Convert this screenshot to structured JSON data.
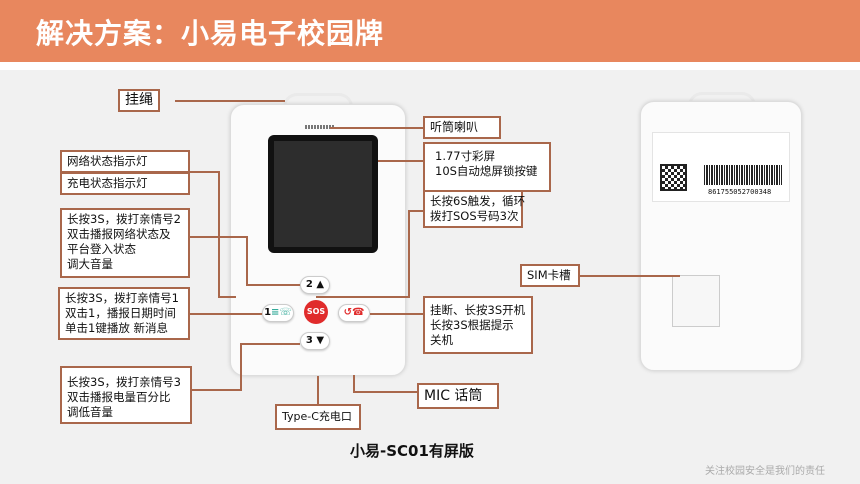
{
  "header": {
    "title": "解决方案：小易电子校园牌"
  },
  "labels": {
    "lanyard": "挂绳",
    "speaker": "听筒喇叭",
    "screen": [
      "1.77寸彩屏",
      "10S自动熄屏锁按键"
    ],
    "sos": [
      "长按6S触发，循环",
      "拨打SOS号码3次"
    ],
    "network_led": "网络状态指示灯",
    "charge_led": "充电状态指示灯",
    "key2": [
      "长按3S，拨打亲情号2",
      "双击播报网络状态及",
      "平台登入状态",
      "调大音量"
    ],
    "key1": [
      "长按3S，拨打亲情号1",
      "双击1，播报日期时间",
      "单击1键播放 新消息"
    ],
    "key3": [
      "长按3S，拨打亲情号3",
      "双击播报电量百分比",
      "调低音量"
    ],
    "hangup": [
      "挂断、长按3S开机",
      "长按3S根据提示",
      "关机"
    ],
    "mic": "MIC 话筒",
    "typec": "Type-C充电口",
    "sim": "SIM卡槽"
  },
  "device": {
    "key2": "2",
    "key1": "1",
    "sos": "SOS",
    "key3": "3",
    "barcode_number": "861755052700348"
  },
  "caption": "小易-SC01有屏版",
  "footer": "关注校园安全是我们的责任"
}
